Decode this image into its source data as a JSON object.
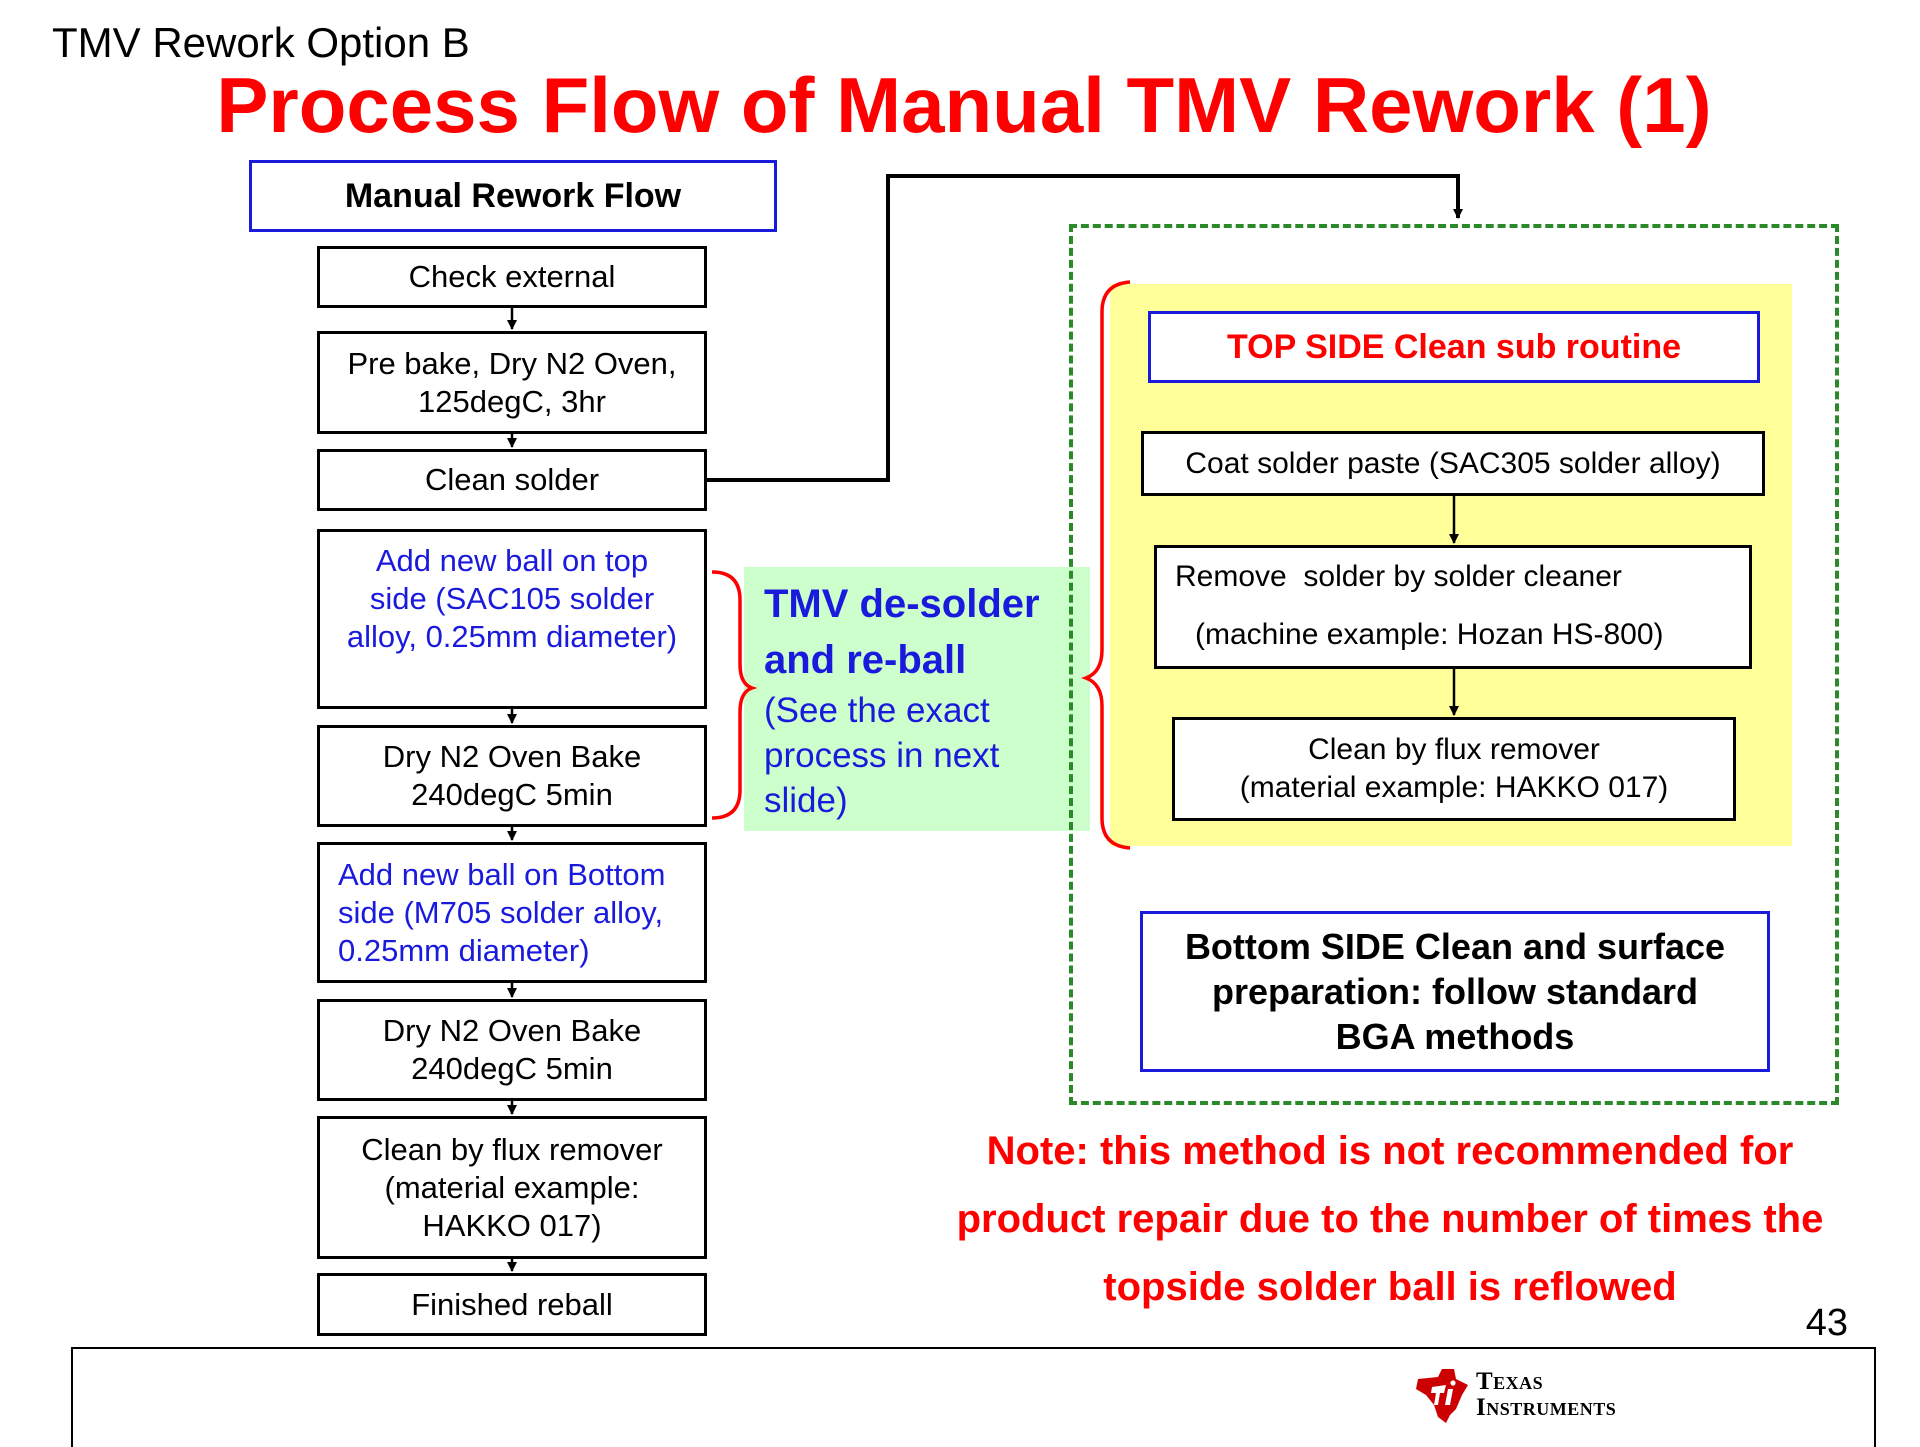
{
  "slide": {
    "subtitle": "TMV Rework Option B",
    "title": "Process Flow of Manual TMV Rework (1)",
    "page_number": "43"
  },
  "flow": {
    "header": "Manual Rework Flow",
    "steps": [
      "Check external",
      "Pre bake, Dry N2 Oven,\n125degC, 3hr",
      "Clean solder",
      "Add new ball on top\nside (SAC105 solder\nalloy, 0.25mm diameter)",
      "Dry N2 Oven Bake\n240degC 5min",
      "Add new ball on Bottom\nside (M705 solder alloy,\n0.25mm diameter)",
      "Dry N2 Oven Bake\n240degC 5min",
      "Clean by flux remover\n(material example:\nHAKKO 017)",
      "Finished reball"
    ]
  },
  "callout": {
    "heading_line1": "TMV de-solder",
    "heading_line2": "and re-ball",
    "detail": "(See the exact\nprocess in next\nslide)"
  },
  "subroutine": {
    "title": "TOP SIDE Clean sub routine",
    "step1": "Coat solder paste (SAC305 solder alloy)",
    "step2_line1": "Remove  solder by solder cleaner",
    "step2_line2": "(machine example: Hozan HS-800)",
    "step3": "Clean by flux remover\n(material example: HAKKO 017)"
  },
  "bottom_side": "Bottom SIDE Clean and surface\npreparation: follow standard\nBGA methods",
  "note": "Note: this method is not recommended for\nproduct repair due to the number of times the\ntopside solder ball is reflowed",
  "footer": {
    "logo_line1": "Texas",
    "logo_line2": "Instruments"
  },
  "colors": {
    "title_red": "#ff0000",
    "blue": "#1a1adc",
    "callout_green": "#ccffcc",
    "subroutine_yellow": "#ffff99",
    "dashed_green": "#2a8a2a"
  }
}
